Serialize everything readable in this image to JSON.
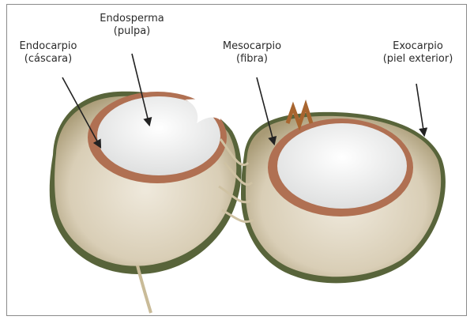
{
  "labels": {
    "endosperma": {
      "line1": "Endosperma",
      "line2": "(pulpa)"
    },
    "endocarpio": {
      "line1": "Endocarpio",
      "line2": "(cáscara)"
    },
    "mesocarpio": {
      "line1": "Mesocarpio",
      "line2": "(fibra)"
    },
    "exocarpio": {
      "line1": "Exocarpio",
      "line2": "(piel exterior)"
    }
  },
  "colors": {
    "husk": "#d8cdb8",
    "husk_dark": "#b9a988",
    "shell": "#b57456",
    "flesh": "#f2f3f3",
    "skin": "#5f6a3a",
    "arrow": "#222222"
  }
}
